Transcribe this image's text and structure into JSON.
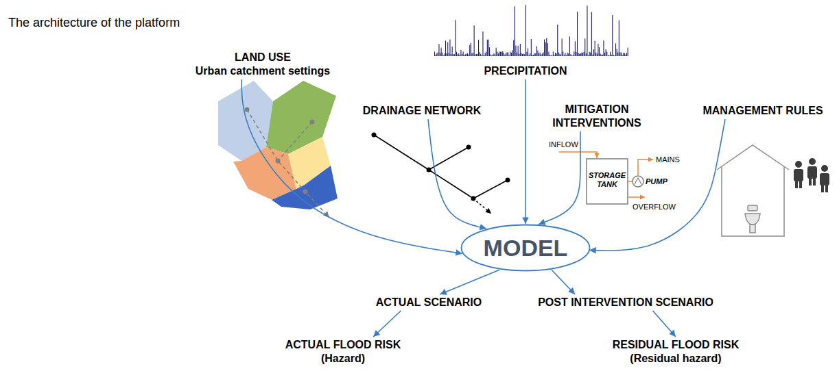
{
  "diagram": {
    "title": "The architecture of the platform",
    "nodes": [
      {
        "text": [
          "LAND USE",
          "Urban catchment settings"
        ]
      },
      {
        "text": [
          "DRAINAGE NETWORK"
        ]
      },
      {
        "text": [
          "PRECIPITATION"
        ]
      },
      {
        "text": [
          "MITIGATION INTERVENTIONS"
        ]
      },
      {
        "text": [
          "MANAGEMENT RULES"
        ]
      },
      {
        "text": [
          "MODEL"
        ]
      },
      {
        "text": [
          "ACTUAL SCENARIO"
        ]
      },
      {
        "text": [
          "POST INTERVENTION SCENARIO"
        ]
      },
      {
        "text": [
          "ACTUAL FLOOD RISK",
          "(Hazard)"
        ]
      },
      {
        "text": [
          "RESIDUAL FLOOD RISK",
          "(Residual hazard)"
        ]
      }
    ],
    "edges": [
      {
        "from": 0,
        "to": 5,
        "arrow": "to"
      },
      {
        "from": 1,
        "to": 5,
        "arrow": "to"
      },
      {
        "from": 2,
        "to": 5,
        "arrow": "to"
      },
      {
        "from": 3,
        "to": 5,
        "arrow": "to"
      },
      {
        "from": 4,
        "to": 5,
        "arrow": "to"
      },
      {
        "from": 5,
        "to": 6,
        "arrow": "to"
      },
      {
        "from": 5,
        "to": 7,
        "arrow": "to"
      },
      {
        "from": 6,
        "to": 8,
        "arrow": "to"
      },
      {
        "from": 7,
        "to": 9,
        "arrow": "to"
      }
    ],
    "labels": [
      "INFLOW",
      "MAINS",
      "STORAGE TANK",
      "PUMP",
      "OVERFLOW"
    ]
  }
}
